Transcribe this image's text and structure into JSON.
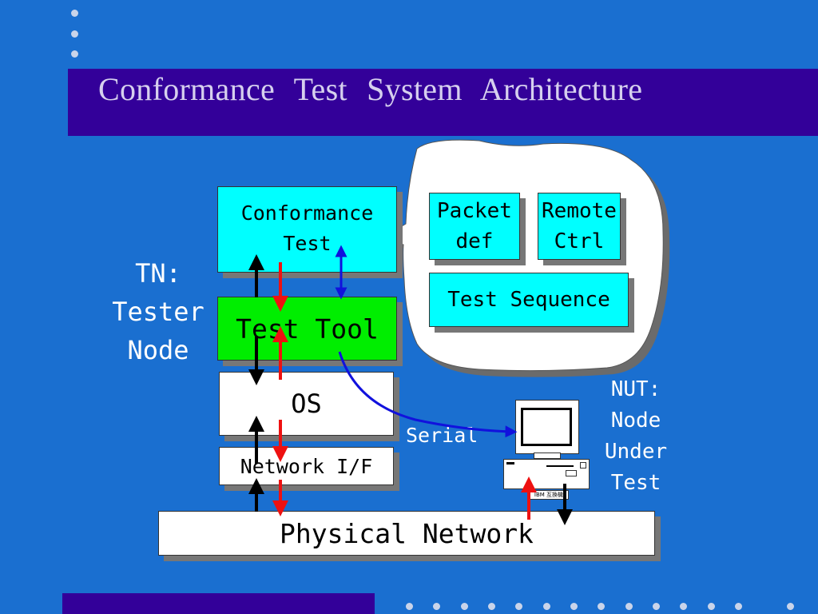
{
  "title": "Conformance Test System Architecture",
  "tn_label": [
    "TN:",
    "Tester",
    "Node"
  ],
  "nut_label": [
    "NUT:",
    "Node",
    "Under",
    "Test"
  ],
  "boxes": {
    "conformance_test": [
      "Conformance",
      "Test"
    ],
    "test_tool": "Test Tool",
    "os": "OS",
    "network_if": "Network I/F",
    "physical_network": "Physical Network",
    "packet_def": [
      "Packet",
      "def"
    ],
    "remote_ctrl": [
      "Remote",
      "Ctrl"
    ],
    "test_sequence": "Test Sequence"
  },
  "serial_label": "Serial",
  "pc_tag": "IBM 互換機",
  "colors": {
    "background": "#1a6fd0",
    "title_bar": "#330099",
    "cyan_box": "#00ffff",
    "green_box": "#00ee00",
    "red_arrow": "#ee1111",
    "blue_arrow": "#1111dd"
  }
}
